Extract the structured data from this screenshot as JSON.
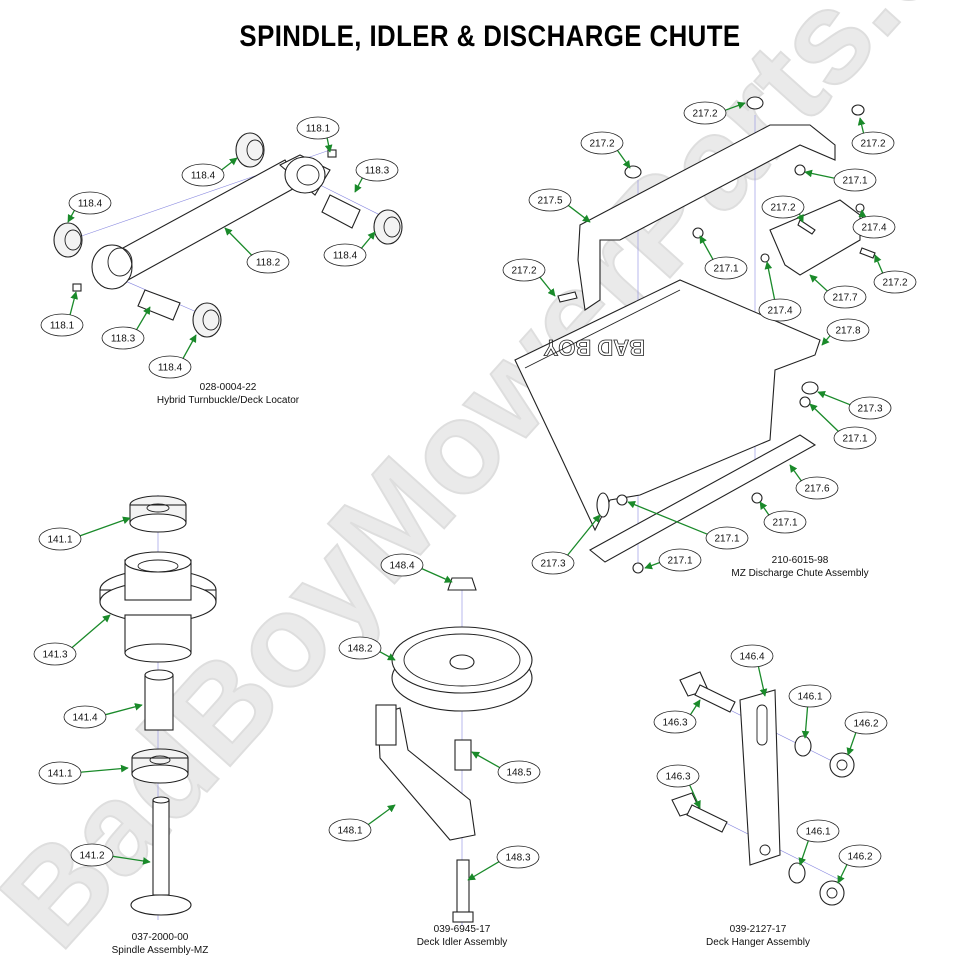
{
  "title": "SPINDLE, IDLER & DISCHARGE CHUTE",
  "watermark": "BadBoyMowerParts.com",
  "colors": {
    "leader": "#1a8a2a",
    "axis": "#8a8ae0"
  },
  "assemblies": {
    "turnbuckle": {
      "part_no": "028-0004-22",
      "name": "Hybrid Turnbuckle/Deck Locator"
    },
    "chute": {
      "part_no": "210-6015-98",
      "name": "MZ Discharge Chute Assembly"
    },
    "spindle": {
      "part_no": "037-2000-00",
      "name": "Spindle Assembly-MZ"
    },
    "idler": {
      "part_no": "039-6945-17",
      "name": "Deck Idler Assembly"
    },
    "hanger": {
      "part_no": "039-2127-17",
      "name": "Deck Hanger Assembly"
    }
  },
  "callouts": [
    {
      "id": "c1",
      "text": "118.1"
    },
    {
      "id": "c2",
      "text": "118.4"
    },
    {
      "id": "c3",
      "text": "118.3"
    },
    {
      "id": "c4",
      "text": "118.4"
    },
    {
      "id": "c5",
      "text": "118.2"
    },
    {
      "id": "c6",
      "text": "118.4"
    },
    {
      "id": "c7",
      "text": "118.1"
    },
    {
      "id": "c8",
      "text": "118.3"
    },
    {
      "id": "c9",
      "text": "118.4"
    },
    {
      "id": "c10",
      "text": "217.2"
    },
    {
      "id": "c11",
      "text": "217.2"
    },
    {
      "id": "c12",
      "text": "217.2"
    },
    {
      "id": "c13",
      "text": "217.1"
    },
    {
      "id": "c14",
      "text": "217.5"
    },
    {
      "id": "c15",
      "text": "217.2"
    },
    {
      "id": "c16",
      "text": "217.4"
    },
    {
      "id": "c17",
      "text": "217.1"
    },
    {
      "id": "c18",
      "text": "217.2"
    },
    {
      "id": "c19",
      "text": "217.2"
    },
    {
      "id": "c20",
      "text": "217.4"
    },
    {
      "id": "c21",
      "text": "217.7"
    },
    {
      "id": "c22",
      "text": "217.8"
    },
    {
      "id": "c23",
      "text": "217.3"
    },
    {
      "id": "c24",
      "text": "217.1"
    },
    {
      "id": "c25",
      "text": "217.6"
    },
    {
      "id": "c26",
      "text": "217.1"
    },
    {
      "id": "c27",
      "text": "217.1"
    },
    {
      "id": "c28",
      "text": "217.3"
    },
    {
      "id": "c29",
      "text": "217.1"
    },
    {
      "id": "c30",
      "text": "141.1"
    },
    {
      "id": "c31",
      "text": "141.3"
    },
    {
      "id": "c32",
      "text": "141.4"
    },
    {
      "id": "c33",
      "text": "141.1"
    },
    {
      "id": "c34",
      "text": "141.2"
    },
    {
      "id": "c35",
      "text": "148.4"
    },
    {
      "id": "c36",
      "text": "148.2"
    },
    {
      "id": "c37",
      "text": "148.5"
    },
    {
      "id": "c38",
      "text": "148.1"
    },
    {
      "id": "c39",
      "text": "148.3"
    },
    {
      "id": "c40",
      "text": "146.4"
    },
    {
      "id": "c41",
      "text": "146.1"
    },
    {
      "id": "c42",
      "text": "146.2"
    },
    {
      "id": "c43",
      "text": "146.3"
    },
    {
      "id": "c44",
      "text": "146.3"
    },
    {
      "id": "c45",
      "text": "146.1"
    },
    {
      "id": "c46",
      "text": "146.2"
    }
  ]
}
